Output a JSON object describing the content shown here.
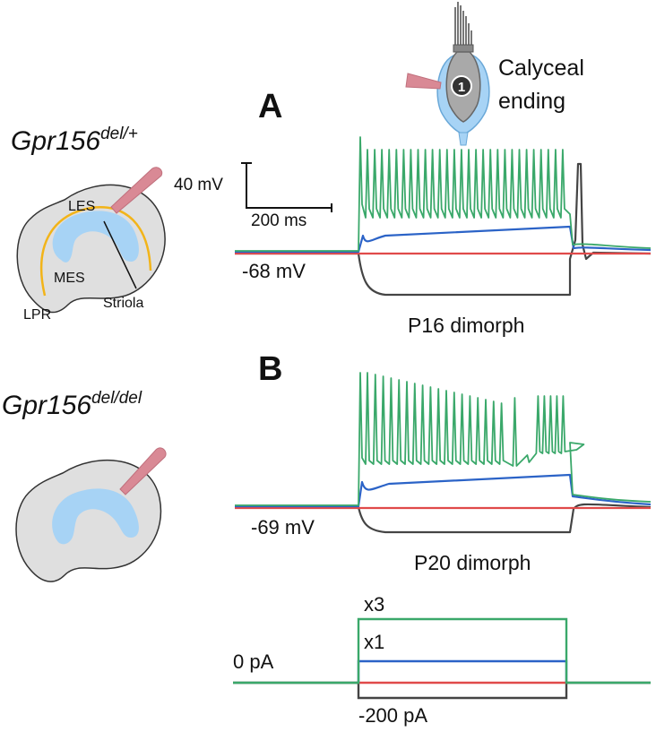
{
  "colors": {
    "green": "#3aa86a",
    "blue": "#2b63c7",
    "red": "#e04a4a",
    "gray": "#444444",
    "utricle_fill": "#dfdfdf",
    "striola_fill": "#a7d3f5",
    "lpr_line": "#f2b419",
    "pipette": "#d98995"
  },
  "icons": {
    "calyx": "calyceal-ending-cell-icon",
    "pipette": "recording-pipette-icon"
  },
  "cell": {
    "label_line1": "Calyceal",
    "label_line2": "ending",
    "number": "1"
  },
  "panel_a": {
    "letter": "A",
    "genotype_base": "Gpr156",
    "genotype_sup": "del/+",
    "scale_voltage": "40 mV",
    "scale_time": "200 ms",
    "resting": "-68 mV",
    "caption": "P16 dimorph",
    "schematic": {
      "les": "LES",
      "mes": "MES",
      "lpr": "LPR",
      "striola": "Striola"
    }
  },
  "panel_b": {
    "letter": "B",
    "genotype_base": "Gpr156",
    "genotype_sup": "del/del",
    "resting": "-69 mV",
    "caption": "P20 dimorph"
  },
  "protocol": {
    "x3": "x3",
    "x1": "x1",
    "zero": "0 pA",
    "neg": "-200 pA"
  }
}
